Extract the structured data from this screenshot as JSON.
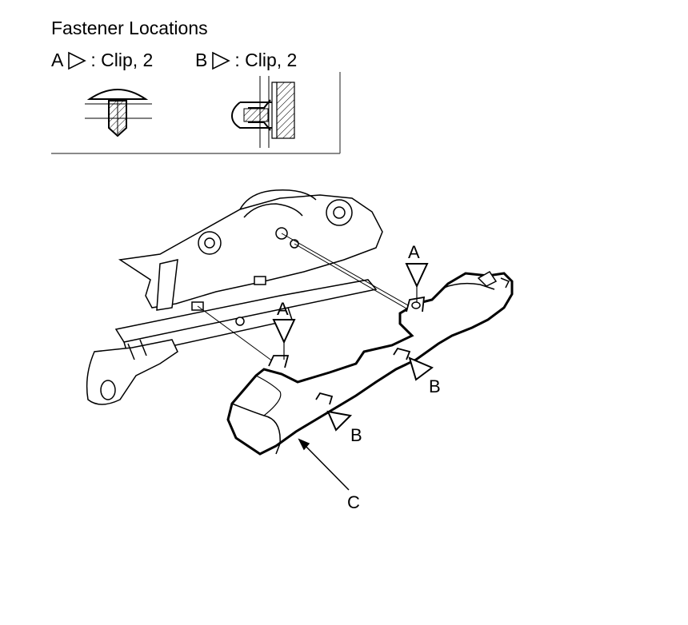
{
  "header": {
    "title": "Fastener Locations"
  },
  "legend": [
    {
      "letter": "A",
      "desc": ": Clip, 2"
    },
    {
      "letter": "B",
      "desc": ": Clip, 2"
    }
  ],
  "callouts": {
    "a1": "A",
    "a2": "A",
    "b1": "B",
    "b2": "B",
    "c": "C"
  },
  "icons": {
    "clip_a": "push-rivet-clip-icon",
    "clip_b": "spring-clip-icon"
  }
}
